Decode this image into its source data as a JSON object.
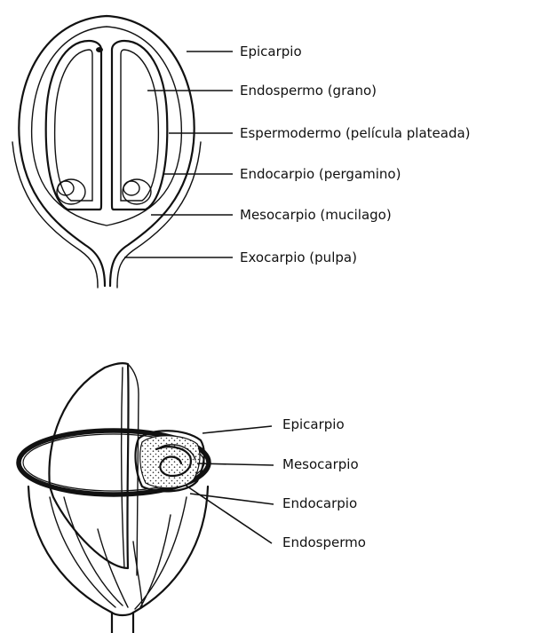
{
  "top_diagram": {
    "labels": [
      "Epicarpio",
      "Endospermo (grano)",
      "Espermodermo (película plateada)",
      "Endocarpio (pergamino)",
      "Mesocarpio (mucilago)",
      "Exocarpio (pulpa)"
    ]
  },
  "bottom_diagram": {
    "labels": [
      "Epicarpio",
      "Mesocarpio",
      "Endocarpio",
      "Endospermo"
    ]
  }
}
